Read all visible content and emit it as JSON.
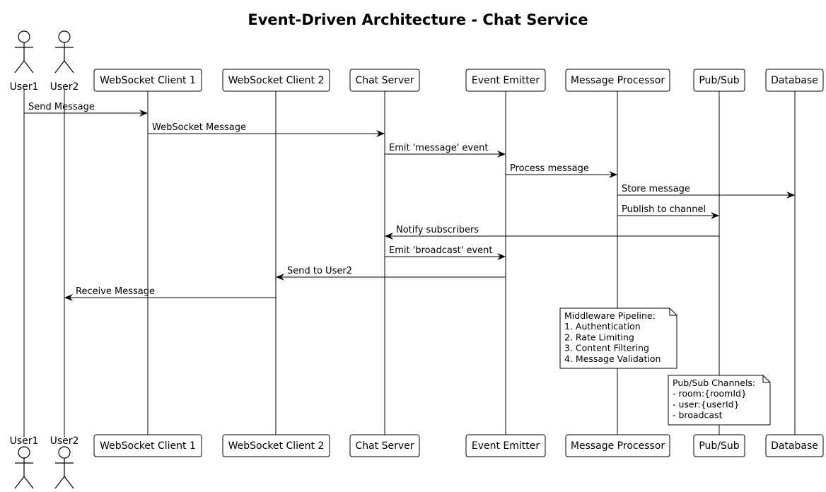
{
  "title": "Event-Driven Architecture - Chat Service",
  "participants": [
    {
      "id": "user1",
      "label": "User1",
      "kind": "actor"
    },
    {
      "id": "user2",
      "label": "User2",
      "kind": "actor"
    },
    {
      "id": "ws1",
      "label": "WebSocket Client 1",
      "kind": "participant"
    },
    {
      "id": "ws2",
      "label": "WebSocket Client 2",
      "kind": "participant"
    },
    {
      "id": "chat",
      "label": "Chat Server",
      "kind": "participant"
    },
    {
      "id": "emitter",
      "label": "Event Emitter",
      "kind": "participant"
    },
    {
      "id": "processor",
      "label": "Message Processor",
      "kind": "participant"
    },
    {
      "id": "pubsub",
      "label": "Pub/Sub",
      "kind": "participant"
    },
    {
      "id": "db",
      "label": "Database",
      "kind": "participant"
    }
  ],
  "messages": [
    {
      "from": "user1",
      "to": "ws1",
      "label": "Send Message"
    },
    {
      "from": "ws1",
      "to": "chat",
      "label": "WebSocket Message"
    },
    {
      "from": "chat",
      "to": "emitter",
      "label": "Emit 'message' event"
    },
    {
      "from": "emitter",
      "to": "processor",
      "label": "Process message"
    },
    {
      "from": "processor",
      "to": "db",
      "label": "Store message"
    },
    {
      "from": "processor",
      "to": "pubsub",
      "label": "Publish to channel"
    },
    {
      "from": "pubsub",
      "to": "chat",
      "label": "Notify subscribers"
    },
    {
      "from": "chat",
      "to": "emitter",
      "label": "Emit 'broadcast' event"
    },
    {
      "from": "emitter",
      "to": "ws2",
      "label": "Send to User2"
    },
    {
      "from": "ws2",
      "to": "user2",
      "label": "Receive Message"
    }
  ],
  "notes": [
    {
      "over": "processor",
      "lines": [
        "Middleware Pipeline:",
        "1. Authentication",
        "2. Rate Limiting",
        "3. Content Filtering",
        "4. Message Validation"
      ]
    },
    {
      "over": "pubsub",
      "lines": [
        "Pub/Sub Channels:",
        "- room:{roomId}",
        "- user:{userId}",
        "- broadcast"
      ]
    }
  ]
}
